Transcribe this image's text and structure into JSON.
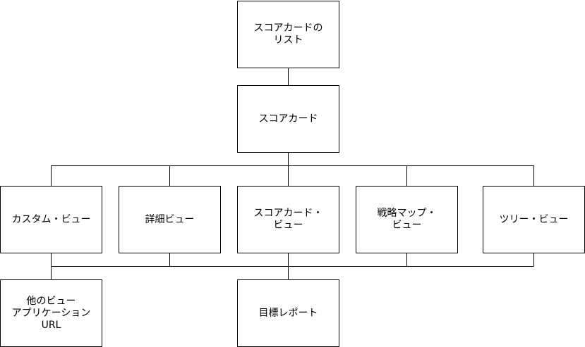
{
  "diagram": {
    "nodes": {
      "scorecard_list": "スコアカードの\nリスト",
      "scorecard": "スコアカード",
      "custom_view": "カスタム・ビュー",
      "detail_view": "詳細ビュー",
      "scorecard_view": "スコアカード・\nビュー",
      "strategy_map_view": "戦略マップ・\nビュー",
      "tree_view": "ツリー・ビュー",
      "other_view_app_url": "他のビュー\nアプリケーション\nURL",
      "goal_report": "目標レポート"
    }
  }
}
